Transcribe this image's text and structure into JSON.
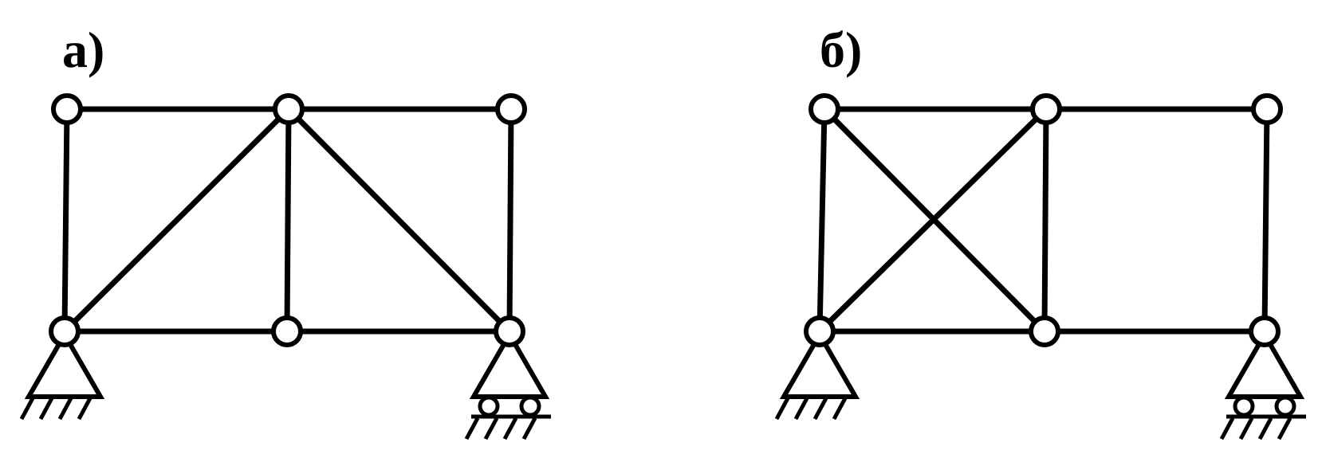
{
  "colors": {
    "line": "#000000",
    "background": "#ffffff"
  },
  "panels": [
    {
      "id": "a",
      "label": "а)",
      "members": [
        [
          "n1",
          "n2"
        ],
        [
          "n2",
          "n3"
        ],
        [
          "n4",
          "n5"
        ],
        [
          "n5",
          "n6"
        ],
        [
          "n1",
          "n4"
        ],
        [
          "n2",
          "n5"
        ],
        [
          "n3",
          "n6"
        ],
        [
          "n4",
          "n2"
        ],
        [
          "n2",
          "n6"
        ]
      ],
      "supports": [
        {
          "node": "n4",
          "type": "pinned"
        },
        {
          "node": "n6",
          "type": "roller"
        }
      ]
    },
    {
      "id": "b",
      "label": "б)",
      "members": [
        [
          "n1",
          "n2"
        ],
        [
          "n2",
          "n3"
        ],
        [
          "n4",
          "n5"
        ],
        [
          "n5",
          "n6"
        ],
        [
          "n1",
          "n4"
        ],
        [
          "n2",
          "n5"
        ],
        [
          "n3",
          "n6"
        ],
        [
          "n1",
          "n5"
        ],
        [
          "n4",
          "n2"
        ]
      ],
      "supports": [
        {
          "node": "n4",
          "type": "pinned"
        },
        {
          "node": "n6",
          "type": "roller"
        }
      ]
    }
  ]
}
